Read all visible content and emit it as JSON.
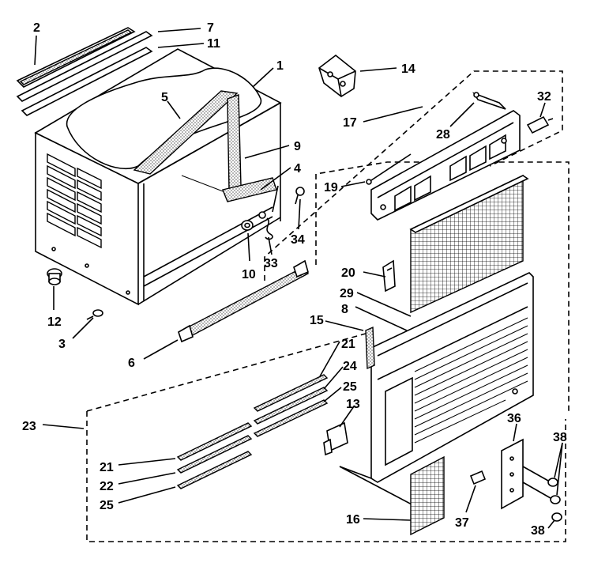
{
  "callouts": [
    {
      "id": "c2",
      "text": "2"
    },
    {
      "id": "c7",
      "text": "7"
    },
    {
      "id": "c11",
      "text": "11"
    },
    {
      "id": "c1",
      "text": "1"
    },
    {
      "id": "c5",
      "text": "5"
    },
    {
      "id": "c9",
      "text": "9"
    },
    {
      "id": "c4",
      "text": "4"
    },
    {
      "id": "c14",
      "text": "14"
    },
    {
      "id": "c17",
      "text": "17"
    },
    {
      "id": "c28",
      "text": "28"
    },
    {
      "id": "c32",
      "text": "32"
    },
    {
      "id": "c19",
      "text": "19"
    },
    {
      "id": "c34",
      "text": "34"
    },
    {
      "id": "c10",
      "text": "10"
    },
    {
      "id": "c33",
      "text": "33"
    },
    {
      "id": "c12",
      "text": "12"
    },
    {
      "id": "c3",
      "text": "3"
    },
    {
      "id": "c20",
      "text": "20"
    },
    {
      "id": "c29",
      "text": "29"
    },
    {
      "id": "c8",
      "text": "8"
    },
    {
      "id": "c15",
      "text": "15"
    },
    {
      "id": "c6",
      "text": "6"
    },
    {
      "id": "c21a",
      "text": "21"
    },
    {
      "id": "c24",
      "text": "24"
    },
    {
      "id": "c25a",
      "text": "25"
    },
    {
      "id": "c23",
      "text": "23"
    },
    {
      "id": "c13",
      "text": "13"
    },
    {
      "id": "c36",
      "text": "36"
    },
    {
      "id": "c38a",
      "text": "38"
    },
    {
      "id": "c21b",
      "text": "21"
    },
    {
      "id": "c22",
      "text": "22"
    },
    {
      "id": "c25b",
      "text": "25"
    },
    {
      "id": "c16",
      "text": "16"
    },
    {
      "id": "c37",
      "text": "37"
    },
    {
      "id": "c38b",
      "text": "38"
    }
  ]
}
